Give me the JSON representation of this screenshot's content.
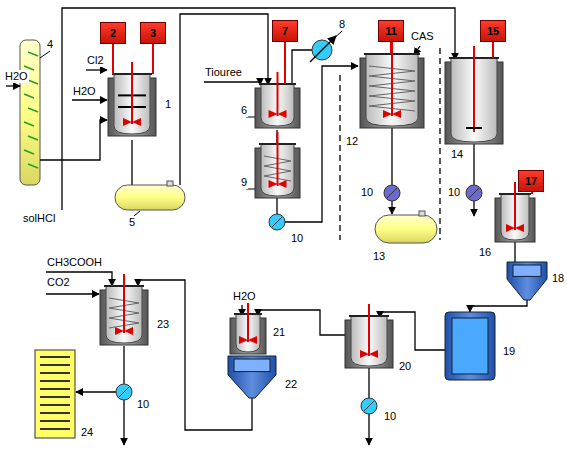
{
  "diagram": {
    "nodes": [
      {
        "text": [
          "2"
        ]
      },
      {
        "text": [
          "3"
        ]
      },
      {
        "text": [
          "7"
        ]
      },
      {
        "text": [
          "11"
        ]
      },
      {
        "text": [
          "15"
        ]
      },
      {
        "text": [
          "17"
        ]
      }
    ],
    "labels": [
      "H2O",
      "Cl2",
      "H2O",
      "solHCl",
      "4",
      "1",
      "5",
      "Tiouree",
      "6",
      "8",
      "9",
      "10",
      "CAS",
      "12",
      "10",
      "13",
      "14",
      "10",
      "16",
      "18",
      "19",
      "CH3COOH",
      "CO2",
      "23",
      "24",
      "10",
      "H2O",
      "21",
      "22",
      "20",
      "10"
    ]
  }
}
